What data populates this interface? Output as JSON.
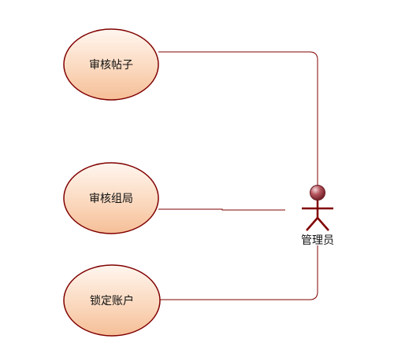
{
  "diagram": {
    "type": "use-case",
    "actor": {
      "label": "管理员"
    },
    "use_cases": [
      {
        "id": "uc1",
        "label": "审核帖子"
      },
      {
        "id": "uc2",
        "label": "审核组局"
      },
      {
        "id": "uc3",
        "label": "锁定账户"
      }
    ],
    "associations": [
      {
        "from": "actor",
        "to": "uc1"
      },
      {
        "from": "actor",
        "to": "uc2"
      },
      {
        "from": "actor",
        "to": "uc3"
      }
    ],
    "colors": {
      "stroke": "#800000",
      "ellipse_fill_top": "#fde7d6",
      "ellipse_fill_bottom": "#f7c9a8",
      "actor_head": "#a0404a"
    }
  }
}
